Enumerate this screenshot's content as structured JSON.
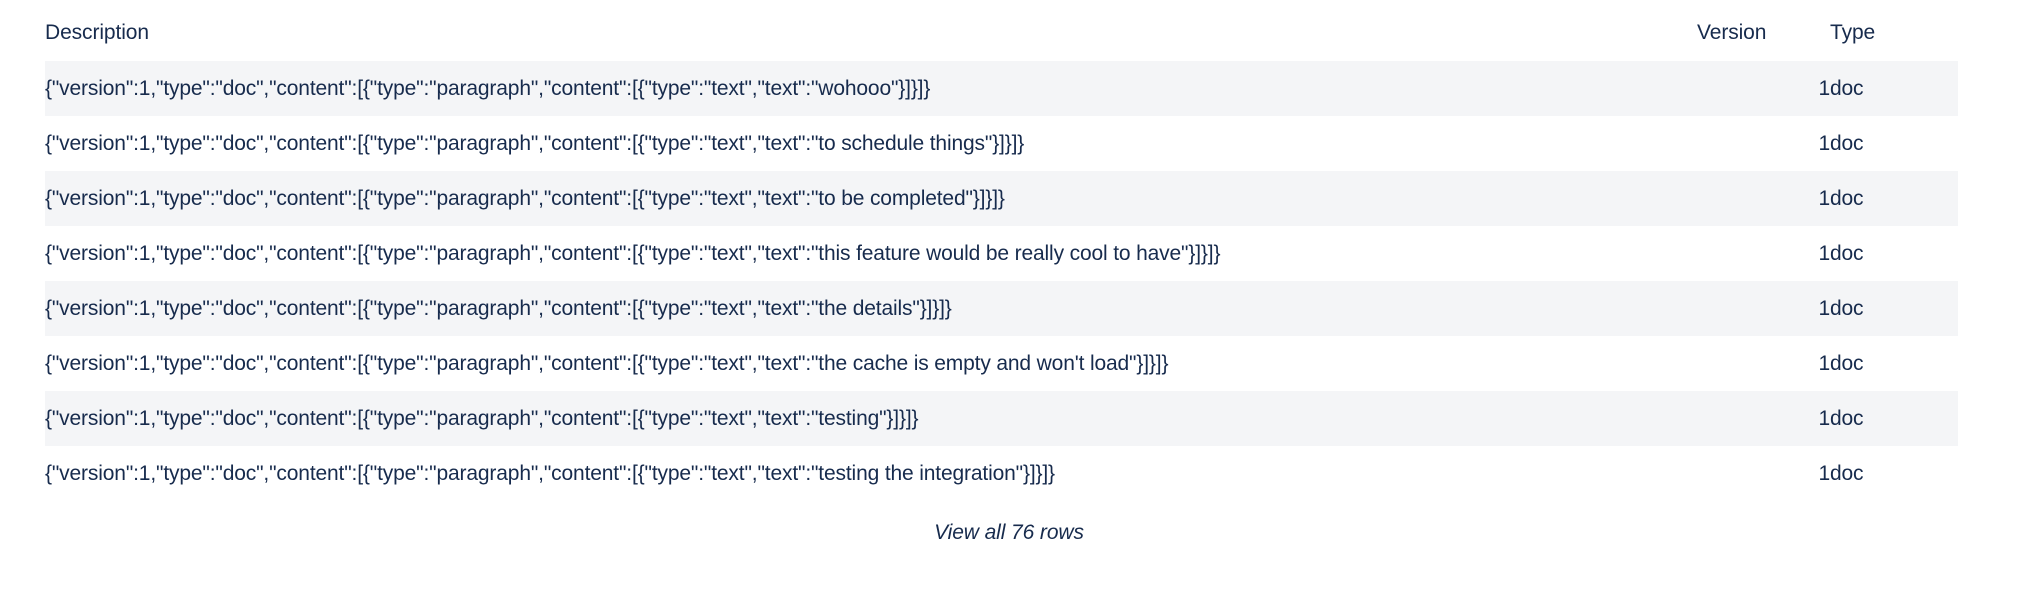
{
  "table": {
    "columns": [
      {
        "key": "description",
        "label": "Description",
        "align": "left"
      },
      {
        "key": "version",
        "label": "Version",
        "align": "right"
      },
      {
        "key": "type",
        "label": "Type",
        "align": "left"
      }
    ],
    "rows": [
      {
        "description": "{\"version\":1,\"type\":\"doc\",\"content\":[{\"type\":\"paragraph\",\"content\":[{\"type\":\"text\",\"text\":\"wohooo\"}]}]}",
        "version": "1",
        "type": "doc"
      },
      {
        "description": "{\"version\":1,\"type\":\"doc\",\"content\":[{\"type\":\"paragraph\",\"content\":[{\"type\":\"text\",\"text\":\"to schedule things\"}]}]}",
        "version": "1",
        "type": "doc"
      },
      {
        "description": "{\"version\":1,\"type\":\"doc\",\"content\":[{\"type\":\"paragraph\",\"content\":[{\"type\":\"text\",\"text\":\"to be completed\"}]}]}",
        "version": "1",
        "type": "doc"
      },
      {
        "description": "{\"version\":1,\"type\":\"doc\",\"content\":[{\"type\":\"paragraph\",\"content\":[{\"type\":\"text\",\"text\":\"this feature would be really cool to have\"}]}]}",
        "version": "1",
        "type": "doc"
      },
      {
        "description": "{\"version\":1,\"type\":\"doc\",\"content\":[{\"type\":\"paragraph\",\"content\":[{\"type\":\"text\",\"text\":\"the details\"}]}]}",
        "version": "1",
        "type": "doc"
      },
      {
        "description": "{\"version\":1,\"type\":\"doc\",\"content\":[{\"type\":\"paragraph\",\"content\":[{\"type\":\"text\",\"text\":\"the cache is empty and won't load\"}]}]}",
        "version": "1",
        "type": "doc"
      },
      {
        "description": "{\"version\":1,\"type\":\"doc\",\"content\":[{\"type\":\"paragraph\",\"content\":[{\"type\":\"text\",\"text\":\"testing\"}]}]}",
        "version": "1",
        "type": "doc"
      },
      {
        "description": "{\"version\":1,\"type\":\"doc\",\"content\":[{\"type\":\"paragraph\",\"content\":[{\"type\":\"text\",\"text\":\"testing the integration\"}]}]}",
        "version": "1",
        "type": "doc"
      }
    ]
  },
  "footer": {
    "view_all_label": "View all 76 rows",
    "total_rows": 76
  },
  "colors": {
    "text": "#172b4d",
    "stripe": "#f4f5f7",
    "background": "#ffffff"
  }
}
